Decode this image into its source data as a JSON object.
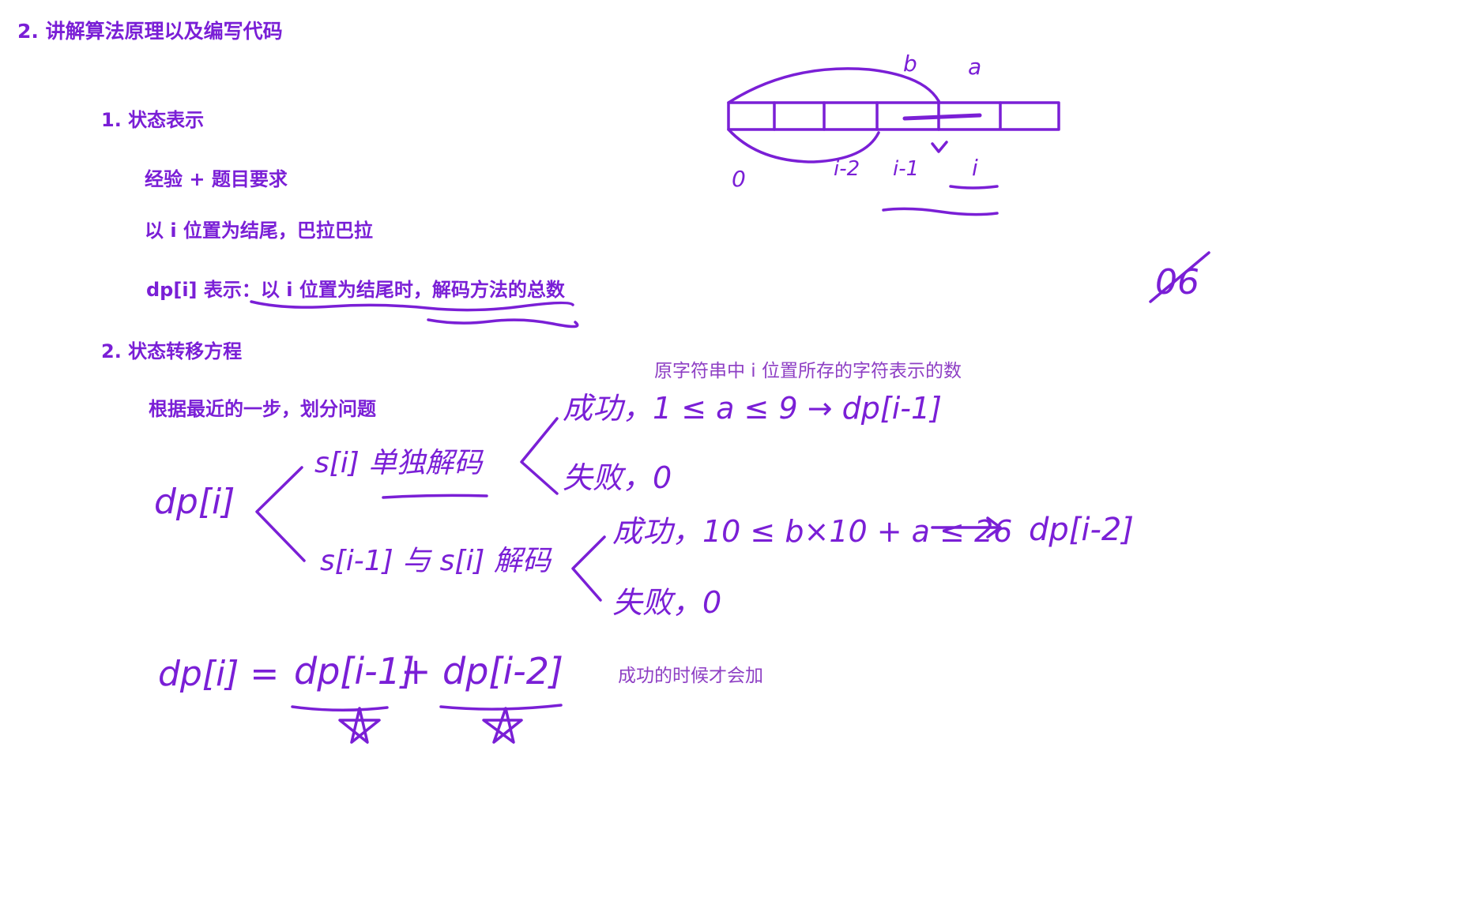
{
  "colors": {
    "ink": "#7a1fd6",
    "note": "#8e3fc4",
    "background": "#ffffff"
  },
  "typed": {
    "section_title": "2. 讲解算法原理以及编写代码",
    "step1": "1. 状态表示",
    "exp": "经验 + 题目要求",
    "ending": "以 i 位置为结尾，巴拉巴拉",
    "dp_def_prefix": "dp[i] 表示：",
    "dp_def_body": "以 i 位置为结尾时，解码方法的总数",
    "step2": "2. 状态转移方程",
    "divide": "根据最近的一步，划分问题"
  },
  "notes": {
    "char_value": "原字符串中 i 位置所存的字符表示的数",
    "only_success": "成功的时候才会加"
  },
  "handwriting": {
    "diagram_b": "b",
    "diagram_a": "a",
    "diagram_zero": "0",
    "diagram_i_minus_2": "i-2",
    "diagram_i_minus_1": "i-1",
    "diagram_i": "i",
    "side_note": "06",
    "dp_i": "dp[i]",
    "case1": "s[i] 单独解码",
    "success1": "成功，1 ≤ a ≤ 9 → dp[i-1]",
    "fail1": "失败，0",
    "case2": "s[i-1] 与 s[i] 解码",
    "success2": "成功，10 ≤ b×10 + a ≤ 26",
    "arrow_target2": "dp[i-2]",
    "fail2": "失败，0",
    "final_lhs": "dp[i] =",
    "final_term1": "dp[i-1]",
    "final_plus": "+",
    "final_term2": "dp[i-2]",
    "star": "☆"
  }
}
